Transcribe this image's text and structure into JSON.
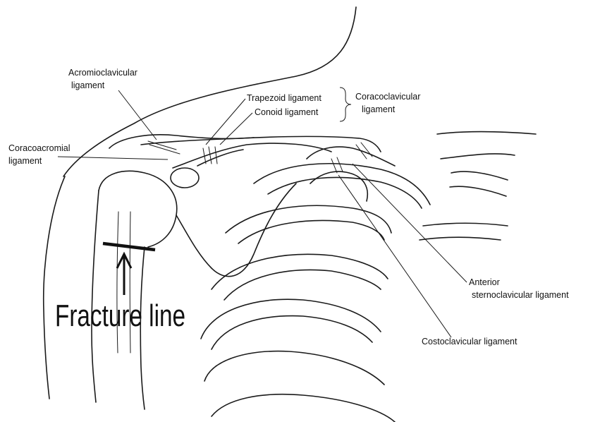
{
  "labels": {
    "acromioclavicular": [
      "Acromioclavicular",
      "ligament"
    ],
    "trapezoid": "Trapezoid ligament",
    "conoid": "Conoid ligament",
    "coracoclavicular": [
      "Coracoclavicular",
      "ligament"
    ],
    "coracoacromial": [
      "Coracoacromial",
      "ligament"
    ],
    "anterior_sternoclavicular": [
      "Anterior",
      "sternoclavicular ligament"
    ],
    "costoclavicular": "Costoclavicular ligament",
    "fracture_line": "Fracture line"
  },
  "colors": {
    "ink": "#1a1a1a",
    "fracture_mark": "#111111",
    "background": "#ffffff"
  }
}
